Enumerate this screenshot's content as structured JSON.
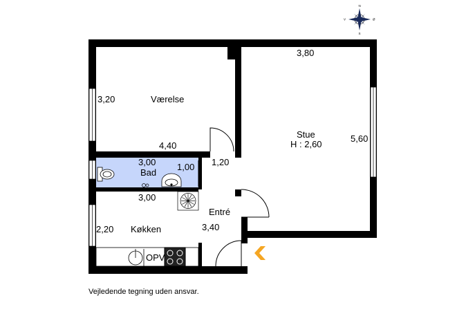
{
  "compass": {
    "n": "N",
    "s": "S",
    "e": "Ø",
    "w": "V"
  },
  "rooms": {
    "vaerelse": {
      "name": "Værelse",
      "dim_side": "3,20",
      "dim_bottom": "4,40"
    },
    "stue": {
      "name": "Stue",
      "height": "H : 2,60",
      "dim_top": "3,80",
      "dim_side": "5,60"
    },
    "bad": {
      "dim_width": "3,00",
      "name": "Bad",
      "dim_side": "1,00"
    },
    "hall": {
      "dim_top": "1,20",
      "name": "Entré",
      "dim_side": "3,40"
    },
    "kokken": {
      "dim_top": "3,00",
      "dim_side": "2,20",
      "name": "Køkken",
      "opv": "OPV"
    }
  },
  "caption": "Vejledende tegning uden ansvar.",
  "colors": {
    "wall": "#000000",
    "bathroom": "#c6d6fb",
    "entrance_arrow": "#f5a623"
  },
  "icons": [
    "compass-icon",
    "toilet-icon",
    "sink-icon",
    "washbasin-icon",
    "fan-icon",
    "stove-icon",
    "entrance-arrow-icon"
  ]
}
